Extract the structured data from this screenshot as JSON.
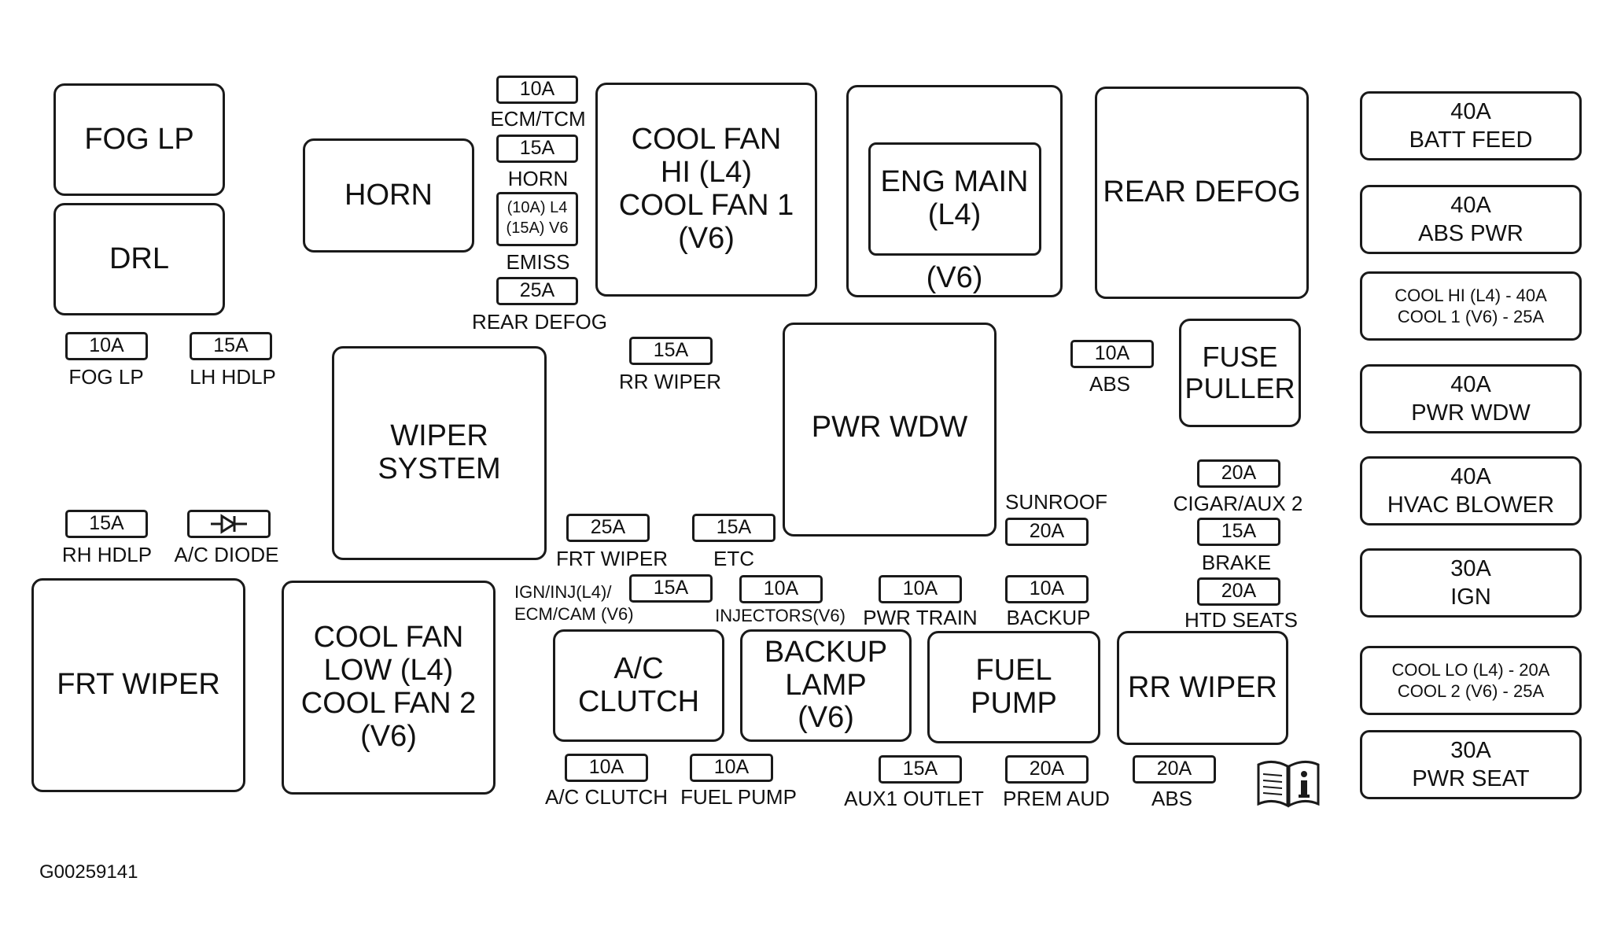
{
  "relays": {
    "fog_lp": "FOG LP",
    "drl": "DRL",
    "horn": "HORN",
    "wiper_system": [
      "WIPER",
      "SYSTEM"
    ],
    "frt_wiper": "FRT WIPER",
    "cool_fan_low": [
      "COOL FAN",
      "LOW (L4)",
      "COOL FAN 2",
      "(V6)"
    ],
    "cool_fan_hi": [
      "COOL FAN",
      "HI (L4)",
      "COOL FAN 1",
      "(V6)"
    ],
    "eng_main": [
      "ENG MAIN",
      "(L4)"
    ],
    "eng_main_v6": "(V6)",
    "rear_defog": "REAR DEFOG",
    "pwr_wdw": "PWR WDW",
    "fuse_puller": [
      "FUSE",
      "PULLER"
    ],
    "ac_clutch": [
      "A/C",
      "CLUTCH"
    ],
    "backup_lamp": [
      "BACKUP",
      "LAMP",
      "(V6)"
    ],
    "fuel_pump": [
      "FUEL",
      "PUMP"
    ],
    "rr_wiper": "RR WIPER"
  },
  "fuses": {
    "ecm_tcm": {
      "rating": "10A",
      "label": "ECM/TCM"
    },
    "horn": {
      "rating": "15A",
      "label": "HORN"
    },
    "emiss": {
      "rating": [
        "(10A) L4",
        "(15A) V6"
      ],
      "label": "EMISS"
    },
    "rear_defog": {
      "rating": "25A",
      "label": "REAR DEFOG"
    },
    "fog_lp": {
      "rating": "10A",
      "label": "FOG LP"
    },
    "lh_hdlp": {
      "rating": "15A",
      "label": "LH HDLP"
    },
    "rr_wiper": {
      "rating": "15A",
      "label": "RR WIPER"
    },
    "abs_1": {
      "rating": "10A",
      "label": "ABS"
    },
    "rh_hdlp": {
      "rating": "15A",
      "label": "RH HDLP"
    },
    "ac_diode": {
      "label": "A/C DIODE"
    },
    "frt_wiper": {
      "rating": "25A",
      "label": "FRT WIPER"
    },
    "etc": {
      "rating": "15A",
      "label": "ETC"
    },
    "sunroof": {
      "rating": "20A",
      "label": "SUNROOF"
    },
    "cigar_aux2": {
      "rating": "20A",
      "label": "CIGAR/AUX 2"
    },
    "brake": {
      "rating": "15A",
      "label": "BRAKE"
    },
    "ign_inj": {
      "rating": "15A",
      "label": [
        "IGN/INJ(L4)/",
        "ECM/CAM (V6)"
      ]
    },
    "injectors": {
      "rating": "10A",
      "label": "INJECTORS(V6)"
    },
    "pwr_train": {
      "rating": "10A",
      "label": "PWR TRAIN"
    },
    "backup": {
      "rating": "10A",
      "label": "BACKUP"
    },
    "htd_seats": {
      "rating": "20A",
      "label": "HTD SEATS"
    },
    "ac_clutch": {
      "rating": "10A",
      "label": "A/C CLUTCH"
    },
    "fuel_pump": {
      "rating": "10A",
      "label": "FUEL PUMP"
    },
    "aux1_outlet": {
      "rating": "15A",
      "label": "AUX1 OUTLET"
    },
    "prem_aud": {
      "rating": "20A",
      "label": "PREM AUD"
    },
    "abs_2": {
      "rating": "20A",
      "label": "ABS"
    }
  },
  "maxi_fuses": [
    [
      "40A",
      "BATT FEED"
    ],
    [
      "40A",
      "ABS PWR"
    ],
    [
      "COOL HI (L4) - 40A",
      "COOL 1 (V6) - 25A"
    ],
    [
      "40A",
      "PWR WDW"
    ],
    [
      "40A",
      "HVAC BLOWER"
    ],
    [
      "30A",
      "IGN"
    ],
    [
      "COOL LO (L4) - 20A",
      "COOL 2 (V6) - 25A"
    ],
    [
      "30A",
      "PWR SEAT"
    ]
  ],
  "figure_code": "G00259141",
  "icons": [
    "diode-symbol-icon",
    "owners-manual-icon"
  ]
}
